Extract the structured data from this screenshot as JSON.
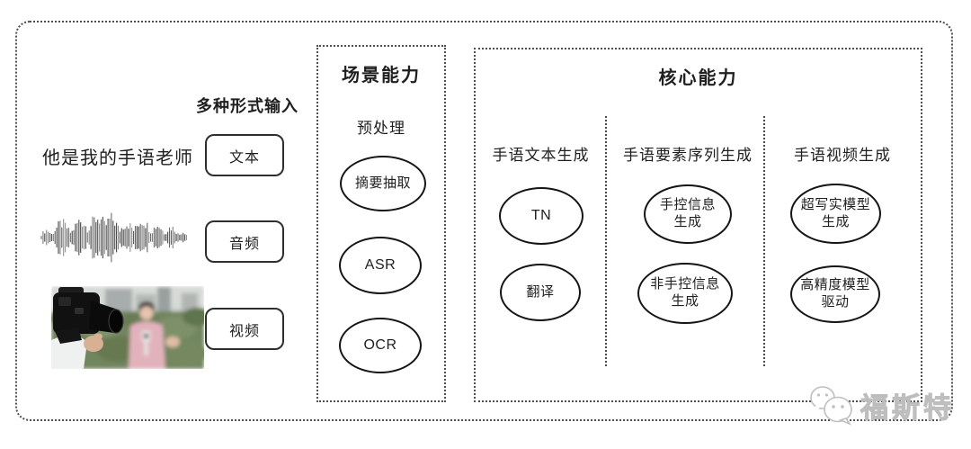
{
  "input": {
    "heading": "多种形式输入",
    "sample_text": "他是我的手语老师",
    "modes": [
      {
        "label": "文本"
      },
      {
        "label": "音频"
      },
      {
        "label": "视频"
      }
    ],
    "icons": {
      "audio": "audio-waveform-icon",
      "video": "reporter-photo"
    }
  },
  "scene": {
    "title": "场景能力",
    "stage_label": "预处理",
    "nodes": [
      {
        "label": "摘要抽取"
      },
      {
        "label": "ASR"
      },
      {
        "label": "OCR"
      }
    ]
  },
  "core": {
    "title": "核心能力",
    "columns": [
      {
        "label": "手语文本生成",
        "nodes": [
          {
            "label": "TN"
          },
          {
            "label": "翻译"
          }
        ]
      },
      {
        "label": "手语要素序列生成",
        "nodes": [
          {
            "label": "手控信息\n生成"
          },
          {
            "label": "非手控信息\n生成"
          }
        ]
      },
      {
        "label": "手语视频生成",
        "nodes": [
          {
            "label": "超写实模型\n生成"
          },
          {
            "label": "高精度模型\n驱动"
          }
        ]
      }
    ]
  },
  "watermark": {
    "text": "福斯特",
    "logo": "chat-bubbles-logo"
  },
  "colors": {
    "frame_border": "#4f4f4f",
    "node_border": "#151515",
    "text": "#1f1f1f",
    "watermark": "#c6c6c6"
  }
}
